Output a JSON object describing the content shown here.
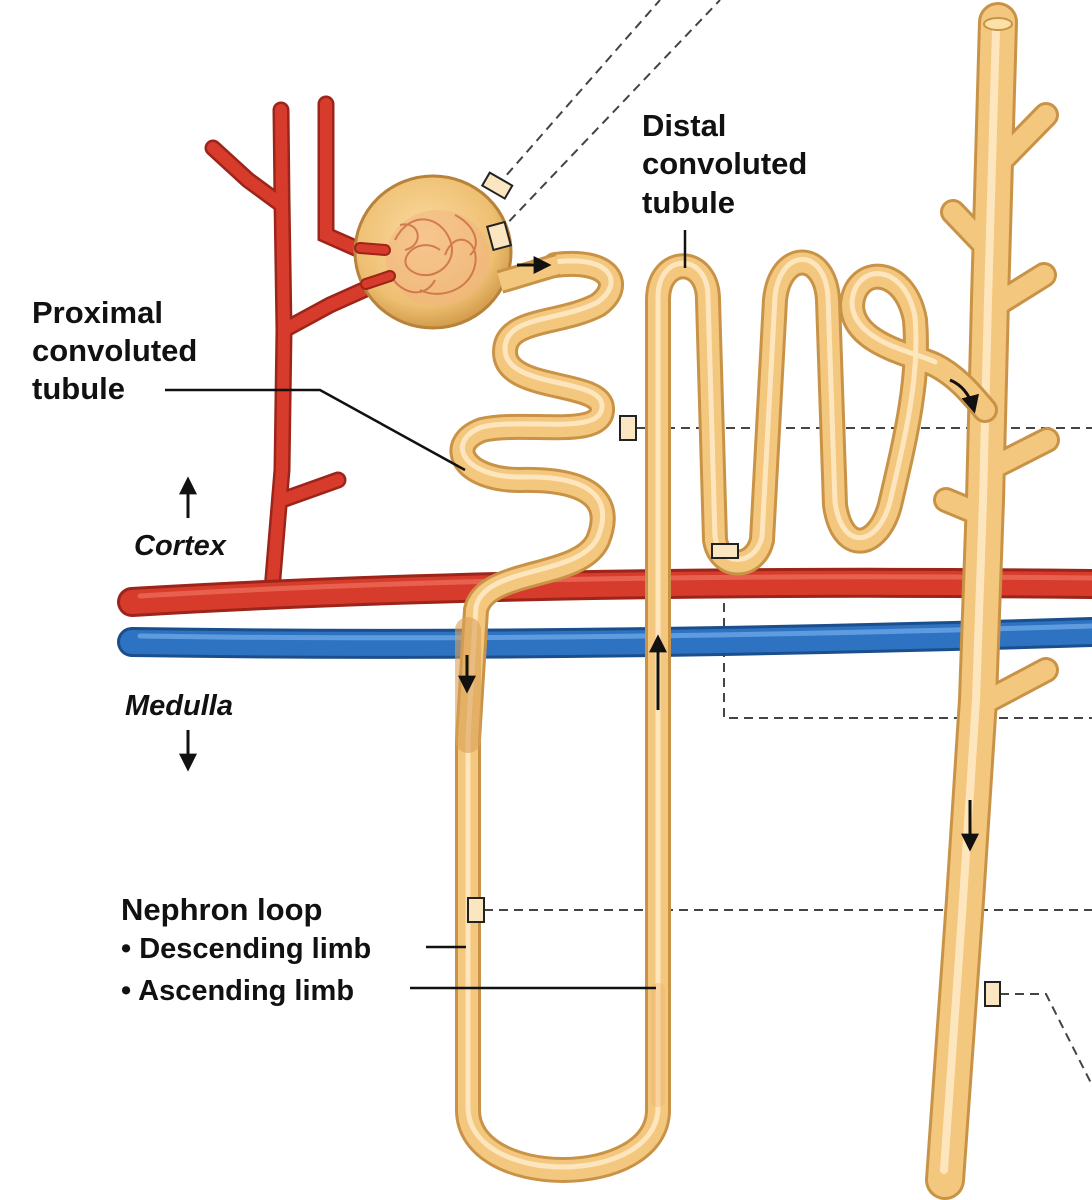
{
  "labels": {
    "distal": [
      "Distal",
      "convoluted",
      "tubule"
    ],
    "proximal": [
      "Proximal",
      "convoluted",
      "tubule"
    ],
    "cortex": "Cortex",
    "medulla": "Medulla",
    "nephron_loop": {
      "title": "Nephron loop",
      "descending": "• Descending limb",
      "ascending": "• Ascending limb"
    }
  },
  "colors": {
    "tubule": "#f3c77e",
    "tubule_edge": "#c99347",
    "artery": "#d63b2c",
    "artery_edge": "#9c2419",
    "vein": "#2d73c2",
    "vein_edge": "#1b4e8d",
    "leader": "#111111"
  }
}
